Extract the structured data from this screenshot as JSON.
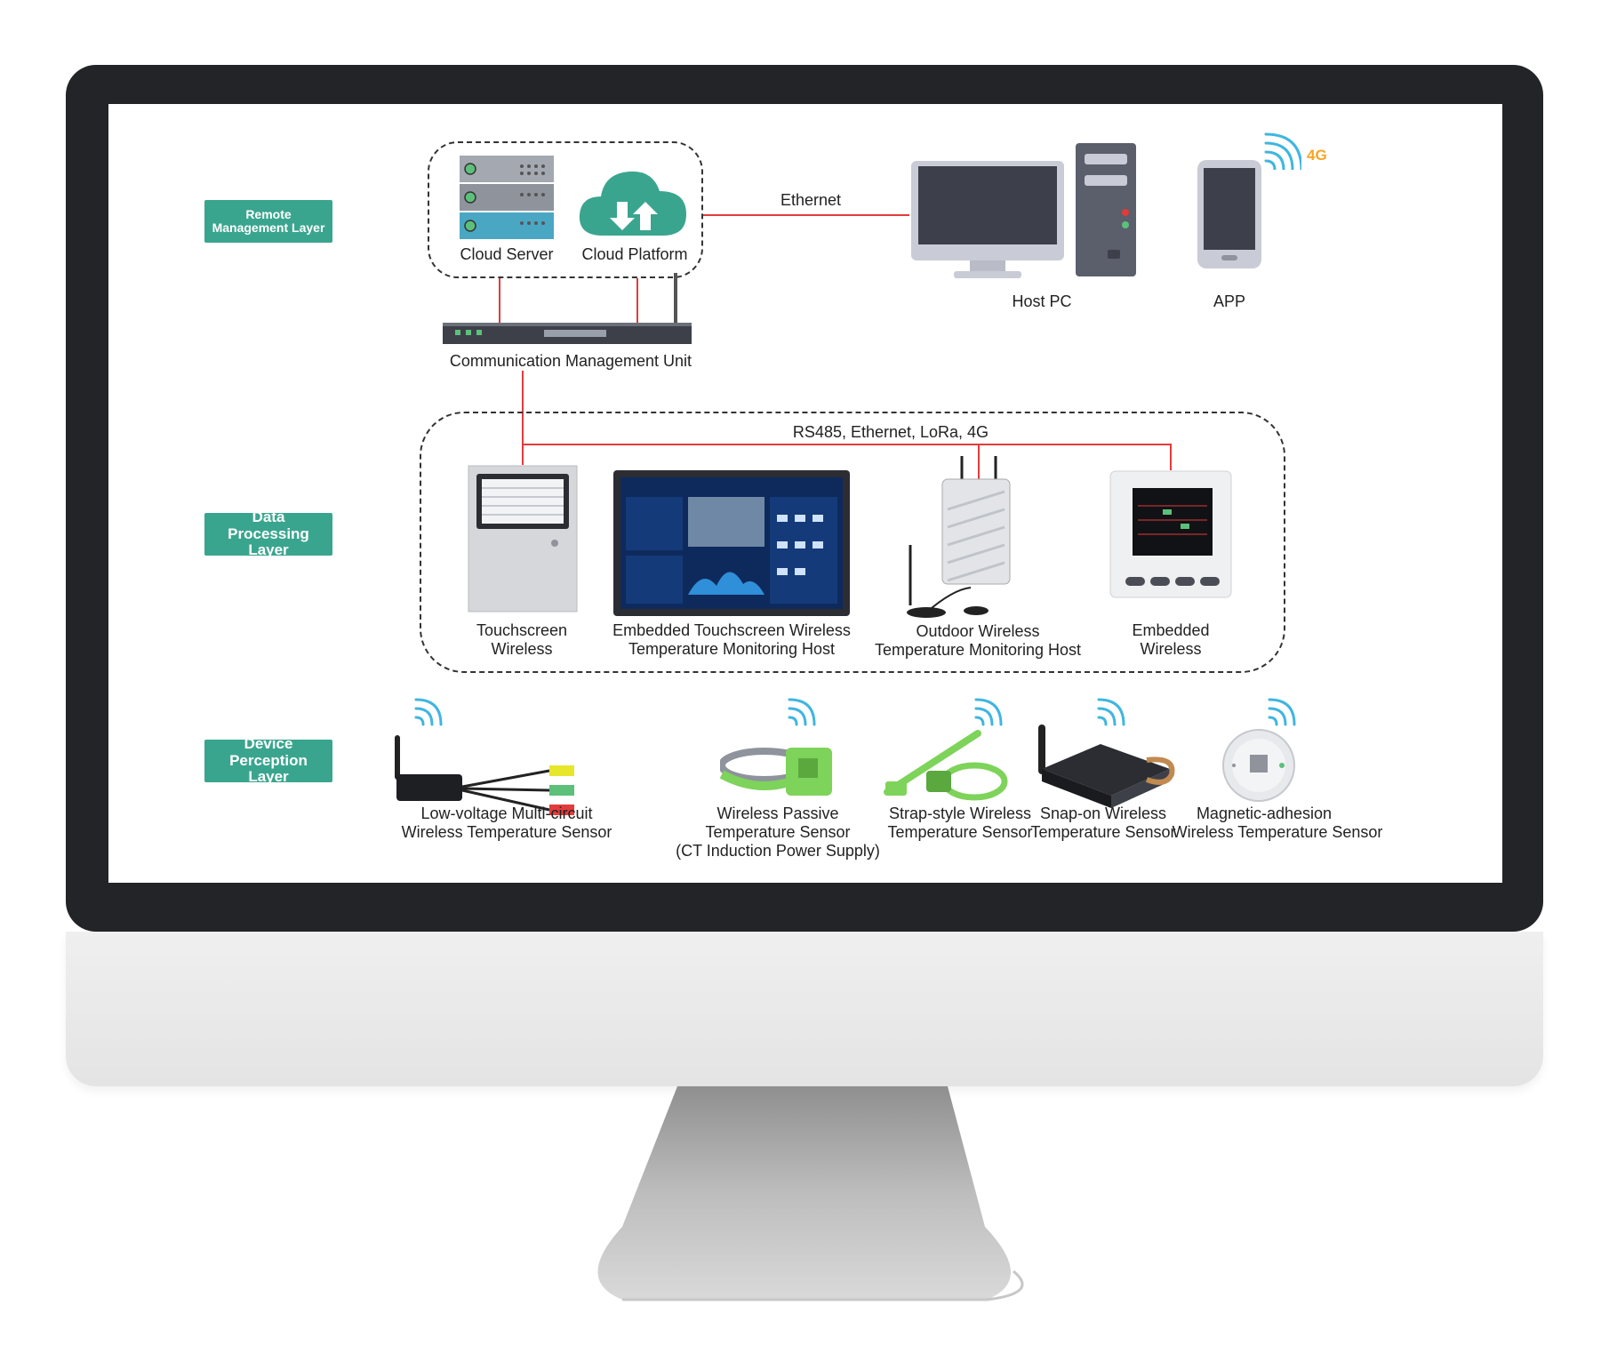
{
  "layers": {
    "remote": "Remote\nManagement Layer",
    "data": "Data\nProcessing Layer",
    "device": "Device\nPerception Layer"
  },
  "remote_layer": {
    "cloud_server": "Cloud Server",
    "cloud_platform": "Cloud Platform",
    "ethernet": "Ethernet",
    "host_pc": "Host PC",
    "app": "APP",
    "badge_4g": "4G",
    "comm_unit": "Communication Management Unit"
  },
  "data_layer": {
    "protocols": "RS485, Ethernet, LoRa, 4G",
    "devices": [
      {
        "line1": "Touchscreen",
        "line2": "Wireless"
      },
      {
        "line1": "Embedded Touchscreen Wireless",
        "line2": "Temperature Monitoring Host"
      },
      {
        "line1": "Outdoor Wireless",
        "line2": "Temperature Monitoring Host"
      },
      {
        "line1": "Embedded",
        "line2": "Wireless"
      }
    ]
  },
  "device_layer": {
    "sensors": [
      {
        "line1": "Low-voltage Multi-circuit",
        "line2": "Wireless Temperature Sensor",
        "line3": ""
      },
      {
        "line1": "Wireless Passive",
        "line2": "Temperature Sensor",
        "line3": "(CT Induction Power Supply)"
      },
      {
        "line1": "Strap-style Wireless",
        "line2": "Temperature Sensor",
        "line3": ""
      },
      {
        "line1": "Snap-on Wireless",
        "line2": "Temperature Sensor",
        "line3": ""
      },
      {
        "line1": "Magnetic-adhesion",
        "line2": "Wireless Temperature Sensor",
        "line3": ""
      }
    ]
  },
  "colors": {
    "accent": "#3aa58f",
    "link": "#e23b3b",
    "signal": "#3fb6e0",
    "badge4g": "#f5a623"
  },
  "icons": [
    "server-icon",
    "cloud-upload-icon",
    "monitor-icon",
    "pc-tower-icon",
    "phone-icon",
    "wifi-signal-icon",
    "router-unit-icon",
    "antenna-icon"
  ]
}
